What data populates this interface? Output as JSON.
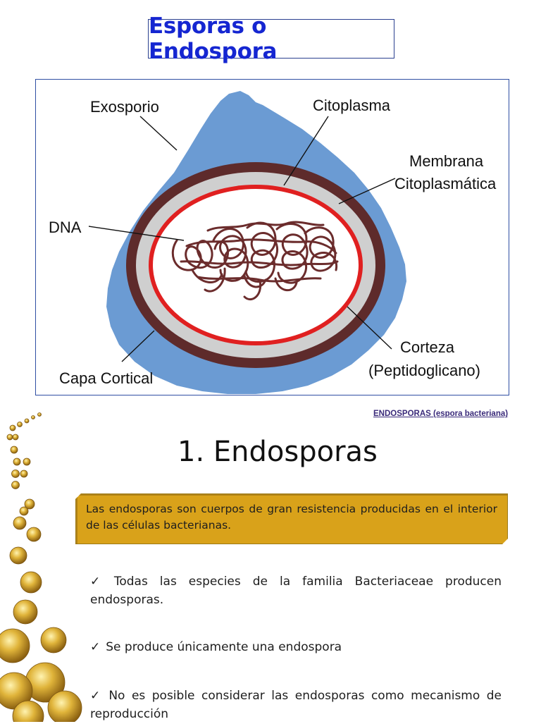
{
  "title": "Esporas o Endospora",
  "diagram": {
    "labels": {
      "exosporio": "Exosporio",
      "citoplasma": "Citoplasma",
      "membrana_line1": "Membrana",
      "membrana_line2": "Citoplasmática",
      "dna": "DNA",
      "corteza_line1": "Corteza",
      "corteza_line2": "(Peptidoglicano)",
      "capa_cortical": "Capa Cortical"
    },
    "colors": {
      "exosporio": "#6b9bd3",
      "capa_cortical": "#5e2b2b",
      "corteza": "#cfcfcf",
      "membrana": "#e02020",
      "dna": "#6b2c2c"
    }
  },
  "caption": "ENDOSPORAS (espora bacteriana)",
  "section": {
    "heading": "1. Endosporas",
    "note": "Las endosporas son cuerpos de gran resistencia producidas en el interior de las células bacterianas.",
    "check_icon": "✓",
    "bullets": [
      "Todas las especies de la familia Bacteriaceae producen endosporas.",
      "Se produce únicamente una endospora",
      "No es posible considerar las endosporas como mecanismo de reproducción"
    ]
  }
}
